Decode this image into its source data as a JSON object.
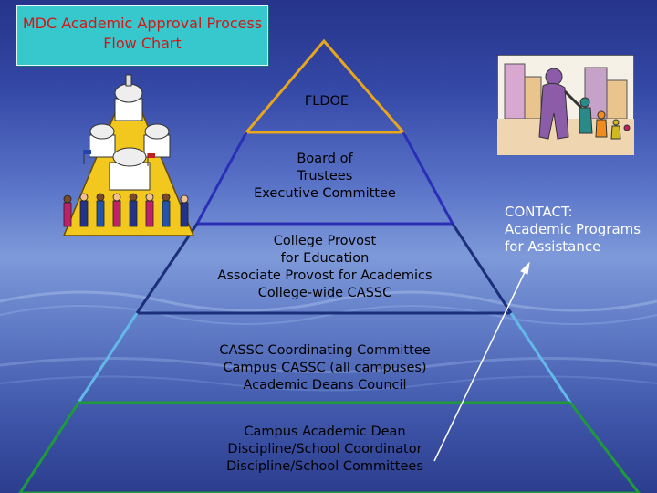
{
  "title": {
    "line1": "MDC Academic Approval Process",
    "line2": "Flow Chart"
  },
  "pyramid": {
    "tier1": [
      "FLDOE"
    ],
    "tier2": [
      "Board of",
      "Trustees",
      "Executive Committee"
    ],
    "tier3": [
      "College Provost",
      "for Education",
      "Associate Provost for Academics",
      "College-wide CASSC"
    ],
    "tier4": [
      "CASSC Coordinating Committee",
      "Campus CASSC (all campuses)",
      "Academic Deans Council"
    ],
    "tier5": [
      "Campus Academic Dean",
      "Discipline/School Coordinator",
      "Discipline/School Committees"
    ]
  },
  "contact": {
    "line1": "CONTACT:",
    "line2": "Academic Programs",
    "line3": "for Assistance"
  },
  "colors": {
    "title_bg": "#36c8cc",
    "title_text": "#d01818",
    "tier1": "#e8a51e",
    "tier2": "#2b2fb8",
    "tier3": "#1b2f7a",
    "tier4": "#62b8e8",
    "tier5": "#1e9a3c"
  },
  "icons": {
    "left_clipart": "capitol-buildings-with-people-icon",
    "right_clipart": "family-walking-city-icon",
    "arrow": "arrow-up-right-icon"
  }
}
